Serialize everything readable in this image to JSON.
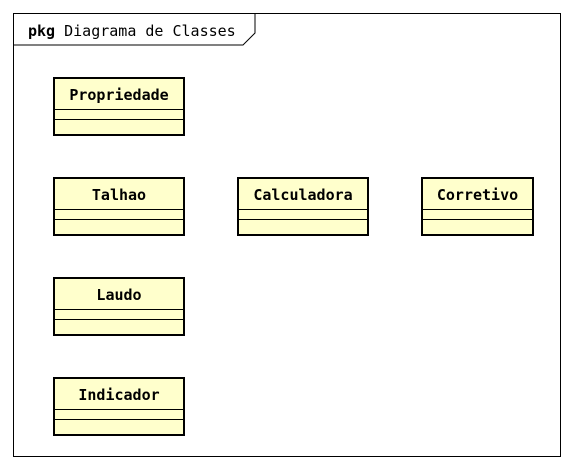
{
  "frame": {
    "keyword": "pkg",
    "title": "Diagrama de Classes"
  },
  "colors": {
    "class_fill": "#ffffcc",
    "line": "#000000",
    "background": "#ffffff"
  },
  "classes": [
    {
      "name": "Propriedade"
    },
    {
      "name": "Talhao"
    },
    {
      "name": "Calculadora"
    },
    {
      "name": "Corretivo"
    },
    {
      "name": "Laudo"
    },
    {
      "name": "Indicador"
    }
  ]
}
